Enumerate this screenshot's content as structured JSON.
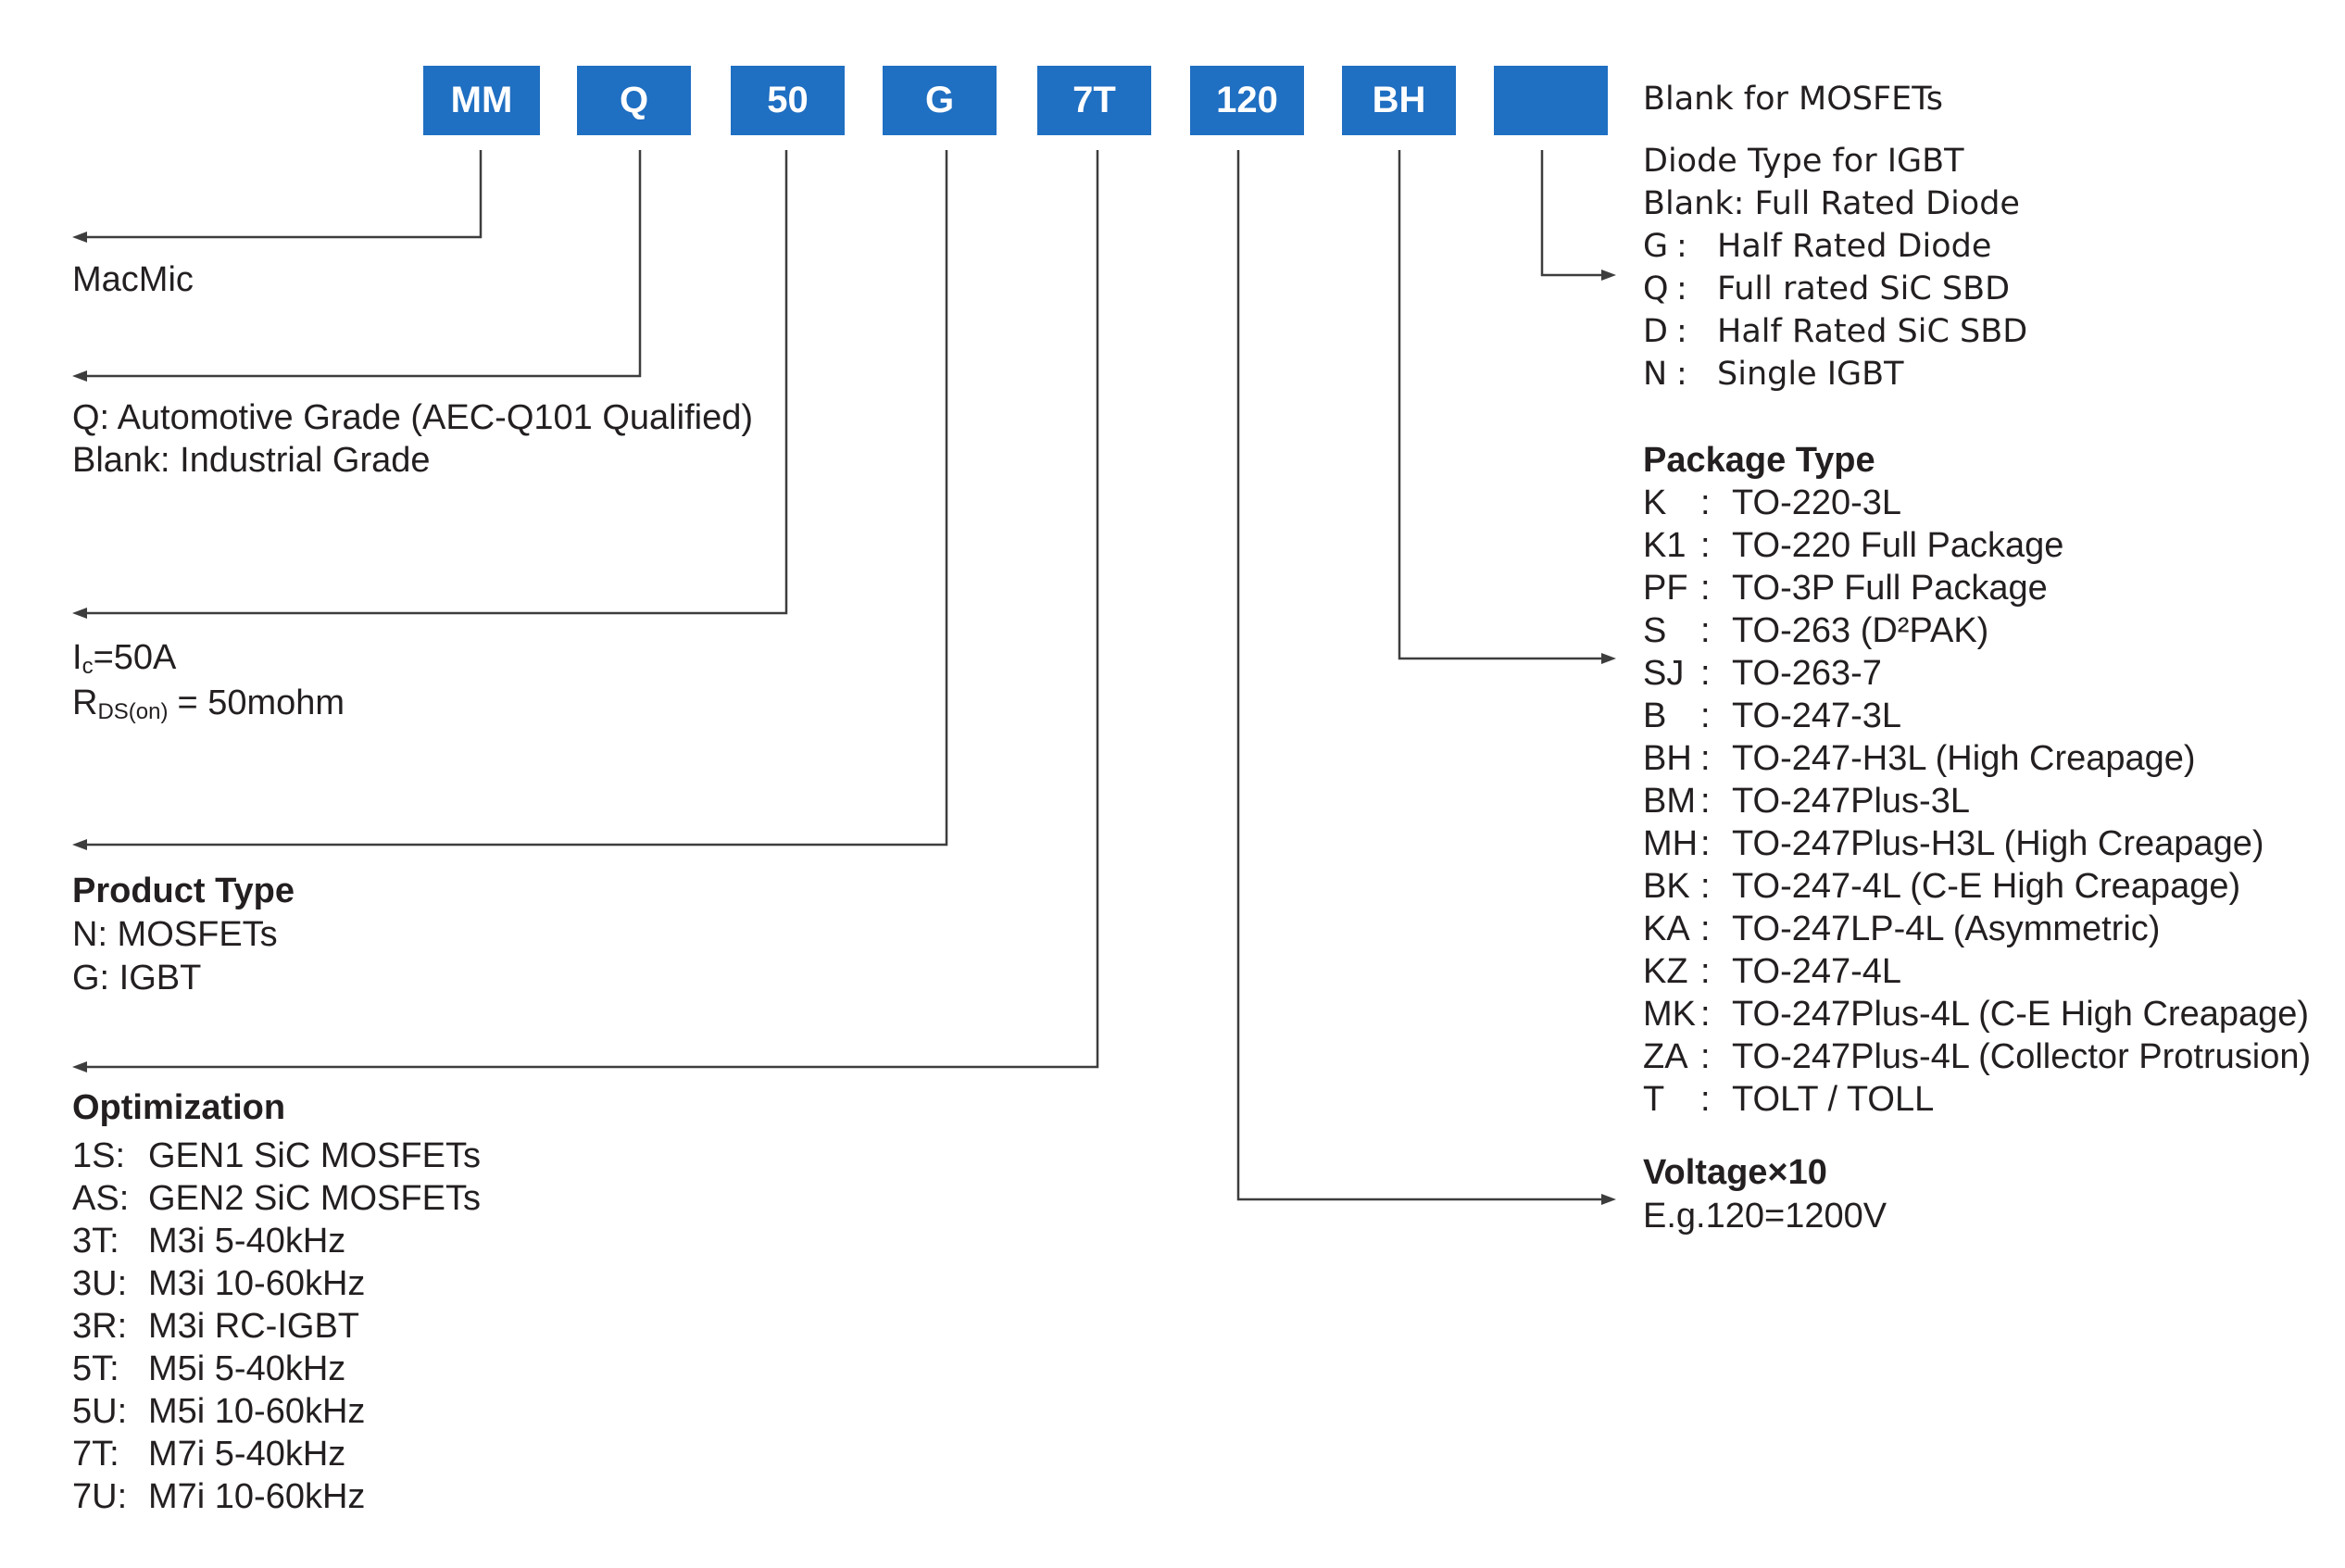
{
  "colors": {
    "segment_box": "#1f6fc2",
    "segment_text": "#ffffff",
    "text": "#231f20",
    "line": "#3d3d3d"
  },
  "part_number": {
    "segments": [
      "MM",
      "Q",
      "50",
      "G",
      "7T",
      "120",
      "BH",
      ""
    ]
  },
  "separator": ":",
  "manufacturer": {
    "text": "MacMic"
  },
  "grade": {
    "lines": [
      "Q: Automotive Grade (AEC-Q101 Qualified)",
      "Blank: Industrial Grade"
    ]
  },
  "rating": {
    "current": {
      "symbol": "I",
      "subscript": "c",
      "value": "=50A"
    },
    "resistance": {
      "symbol": "R",
      "subscript": "DS(on)",
      "value": "= 50mohm"
    }
  },
  "product_type": {
    "title": "Product Type",
    "lines": [
      "N: MOSFETs",
      "G: IGBT"
    ]
  },
  "optimization": {
    "title": "Optimization",
    "items": [
      {
        "code": "1S",
        "desc": "GEN1 SiC MOSFETs"
      },
      {
        "code": "AS",
        "desc": "GEN2 SiC MOSFETs"
      },
      {
        "code": "3T",
        "desc": "M3i 5-40kHz"
      },
      {
        "code": "3U",
        "desc": "M3i 10-60kHz"
      },
      {
        "code": "3R",
        "desc": "M3i RC-IGBT"
      },
      {
        "code": "5T",
        "desc": "M5i 5-40kHz"
      },
      {
        "code": "5U",
        "desc": "M5i 10-60kHz"
      },
      {
        "code": "7T",
        "desc": "M7i 5-40kHz"
      },
      {
        "code": "7U",
        "desc": "M7i 10-60kHz"
      }
    ]
  },
  "mosfet_note": "Blank for MOSFETs",
  "diode_type": {
    "title": "Diode Type for IGBT",
    "blank_option": "Blank: Full Rated Diode",
    "items": [
      {
        "code": "G",
        "desc": "Half Rated Diode"
      },
      {
        "code": "Q",
        "desc": "Full rated SiC SBD"
      },
      {
        "code": "D",
        "desc": "Half Rated SiC SBD"
      },
      {
        "code": "N",
        "desc": "Single IGBT"
      }
    ]
  },
  "package_type": {
    "title": "Package Type",
    "items": [
      {
        "code": "K",
        "desc": "TO-220-3L"
      },
      {
        "code": "K1",
        "desc": "TO-220 Full Package"
      },
      {
        "code": "PF",
        "desc": "TO-3P Full Package"
      },
      {
        "code": "S",
        "desc": "TO-263 (D²PAK)"
      },
      {
        "code": "SJ",
        "desc": "TO-263-7"
      },
      {
        "code": "B",
        "desc": "TO-247-3L"
      },
      {
        "code": "BH",
        "desc": "TO-247-H3L (High Creapage)"
      },
      {
        "code": "BM",
        "desc": "TO-247Plus-3L"
      },
      {
        "code": "MH",
        "desc": "TO-247Plus-H3L (High Creapage)"
      },
      {
        "code": "BK",
        "desc": "TO-247-4L (C-E High Creapage)"
      },
      {
        "code": "KA",
        "desc": "TO-247LP-4L (Asymmetric)"
      },
      {
        "code": "KZ",
        "desc": "TO-247-4L"
      },
      {
        "code": "MK",
        "desc": "TO-247Plus-4L (C-E High Creapage)"
      },
      {
        "code": "ZA",
        "desc": "TO-247Plus-4L (Collector Protrusion)"
      },
      {
        "code": "T",
        "desc": "TOLT / TOLL"
      }
    ]
  },
  "voltage": {
    "title": "Voltage×10",
    "example": "E.g.120=1200V"
  }
}
